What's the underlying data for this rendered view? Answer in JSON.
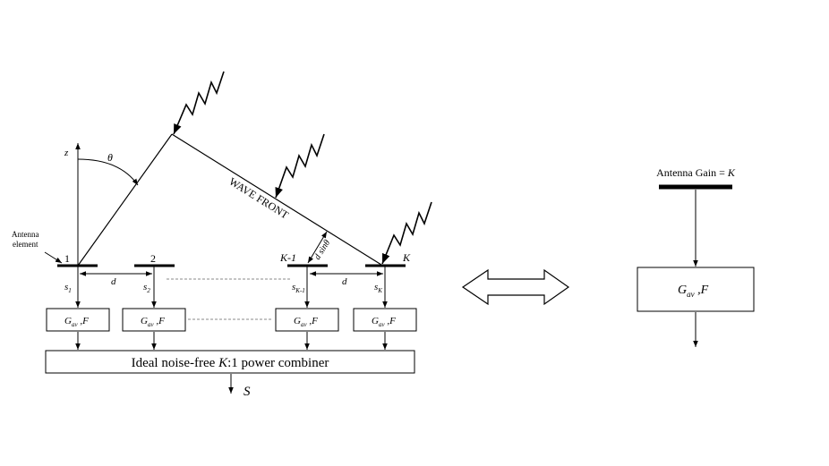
{
  "left_diagram": {
    "axis_label": "z",
    "angle_label": "θ",
    "antenna_annotation": [
      "Antenna",
      "element"
    ],
    "wave_front_label": "WAVE FRONT",
    "spacing_label": "d",
    "path_difference_label": "d sinθ",
    "elements": [
      {
        "index": "1",
        "signal": "s",
        "sub": "1"
      },
      {
        "index": "2",
        "signal": "s",
        "sub": "2"
      },
      {
        "index": "K-1",
        "signal": "s",
        "sub": "K-1"
      },
      {
        "index": "K",
        "signal": "s",
        "sub": "K"
      }
    ],
    "amplifier_label": {
      "main": "G",
      "sub": "av",
      "tail": " ,F"
    },
    "combiner": {
      "pre": "Ideal noise-free ",
      "var": "K",
      "post": ":1 power combiner"
    },
    "output_label": "S"
  },
  "equivalence_arrow": "double-headed-arrow",
  "right_diagram": {
    "antenna_gain": {
      "pre": "Antenna Gain = ",
      "var": "K"
    },
    "amplifier_label": {
      "main": "G",
      "sub": "av",
      "tail": " ,F"
    }
  }
}
